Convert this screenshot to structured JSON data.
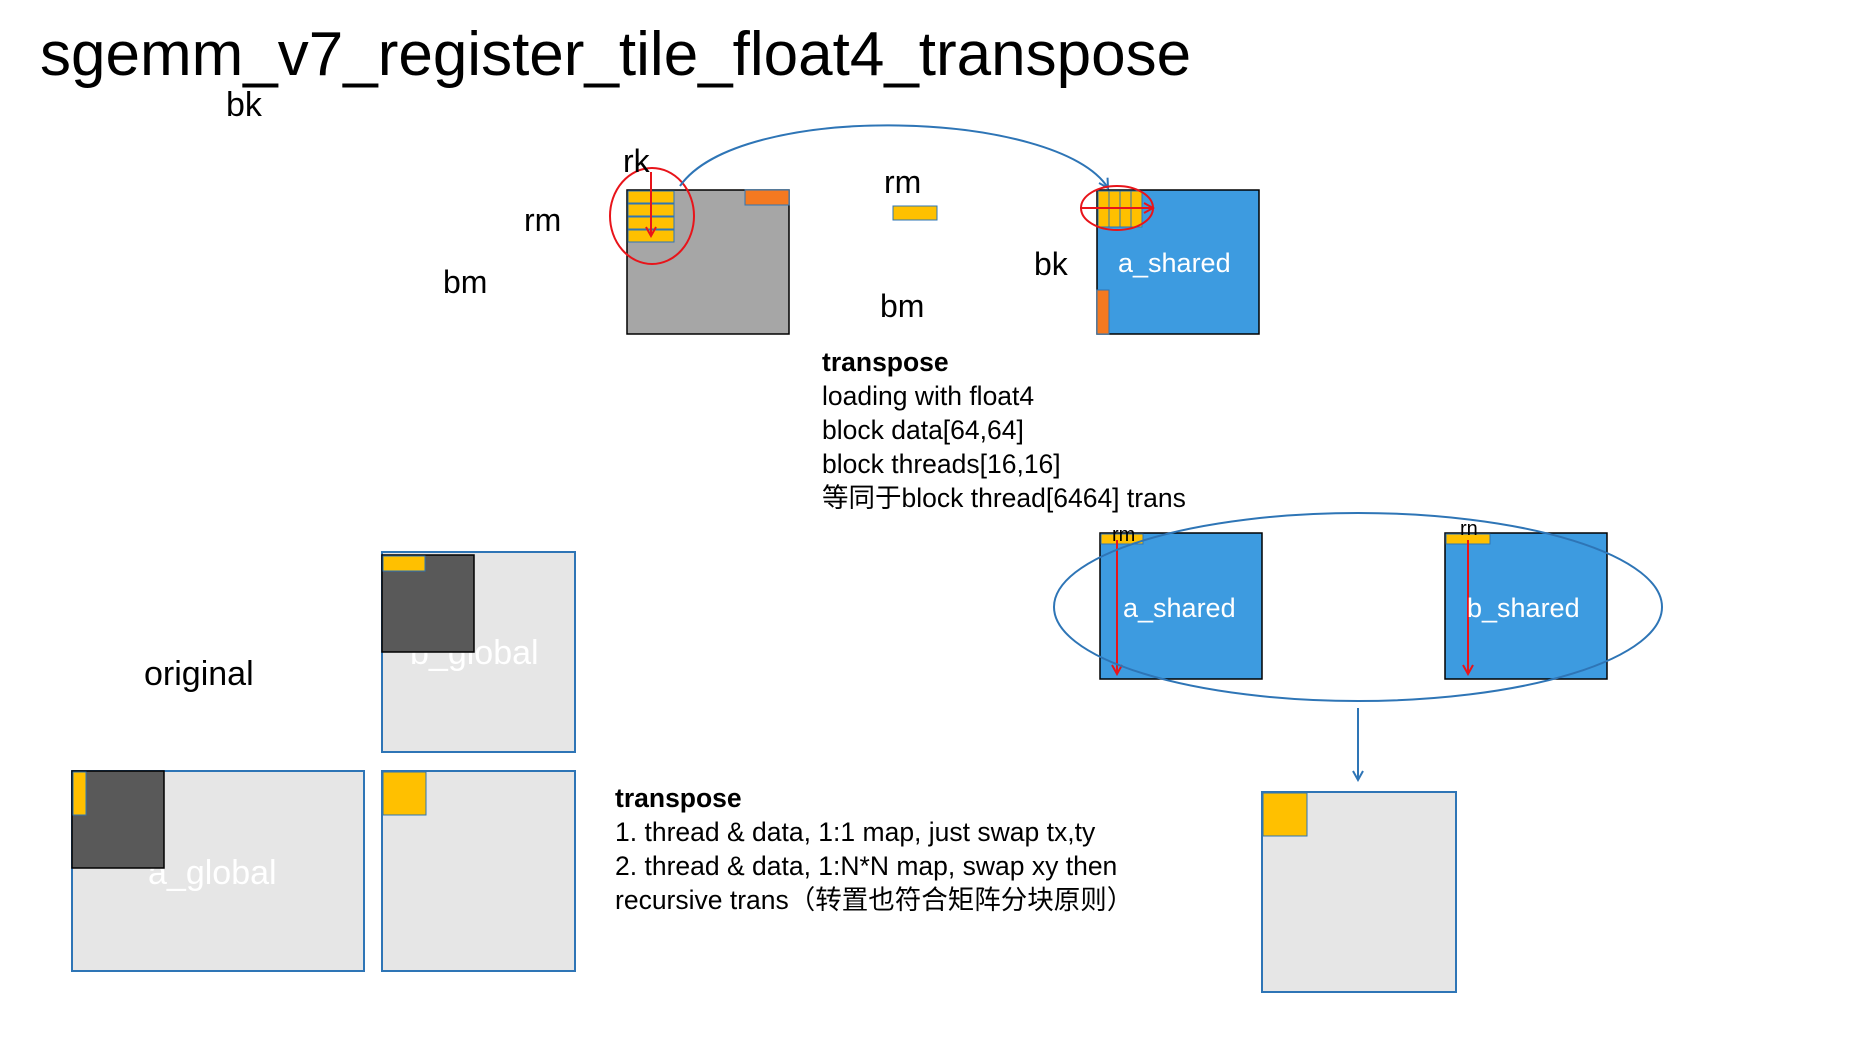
{
  "title": "sgemm_v7_register_tile_float4_transpose",
  "labels": {
    "bk_top": "bk",
    "rk": "rk",
    "rm_left": "rm",
    "bm_left": "bm",
    "rm_mid": "rm",
    "bm_mid": "bm",
    "bk_right": "bk",
    "a_shared_top": "a_shared",
    "rm_small": "rm",
    "rn_small": "rn",
    "a_shared_bottom": "a_shared",
    "b_shared": "b_shared",
    "original": "original",
    "b_global": "b_global",
    "a_global": "a_global"
  },
  "notes": {
    "upper": {
      "heading": "transpose",
      "lines": [
        "loading with float4",
        "block data[64,64]",
        "block threads[16,16]",
        "等同于block thread[6464] trans"
      ]
    },
    "lower": {
      "heading": "transpose",
      "lines": [
        "1.  thread & data, 1:1 map, just swap tx,ty",
        "2. thread & data, 1:N*N map, swap xy then",
        "recursive trans（转置也符合矩阵分块原则）"
      ]
    }
  },
  "colors": {
    "gray_block": "#a6a6a6",
    "light_block": "#e6e6e6",
    "dark_block": "#595959",
    "blue_block": "#3d9be0",
    "yellow": "#ffc000",
    "orange": "#f47920",
    "red": "#e8141a",
    "blue_line": "#2e75b6"
  }
}
